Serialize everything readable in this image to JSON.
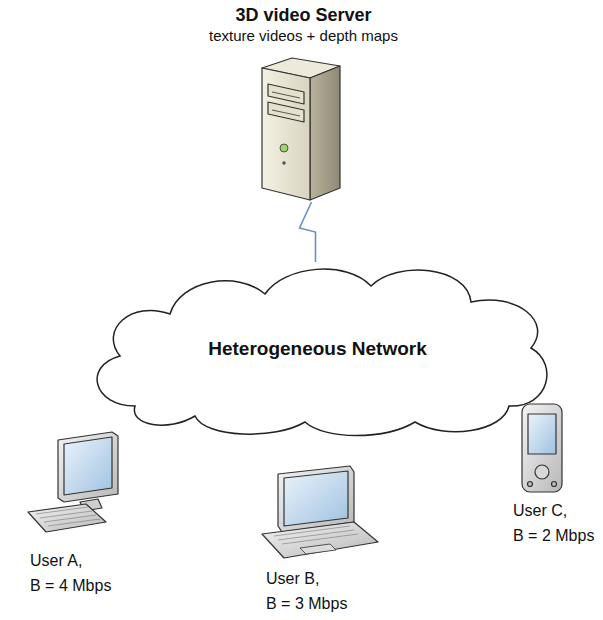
{
  "diagram": {
    "nodes": [
      {
        "text": [
          "3D video Server",
          "texture videos + depth maps"
        ]
      },
      {
        "text": [
          "Heterogeneous Network"
        ]
      },
      {
        "text": [
          "User A,",
          "B = 4 Mbps"
        ]
      },
      {
        "text": [
          "User B,",
          "B = 3 Mbps"
        ]
      },
      {
        "text": [
          "User C,",
          "B = 2 Mbps"
        ]
      }
    ],
    "edges": [
      {
        "from": 0,
        "to": 1,
        "arrow": "none"
      }
    ]
  }
}
